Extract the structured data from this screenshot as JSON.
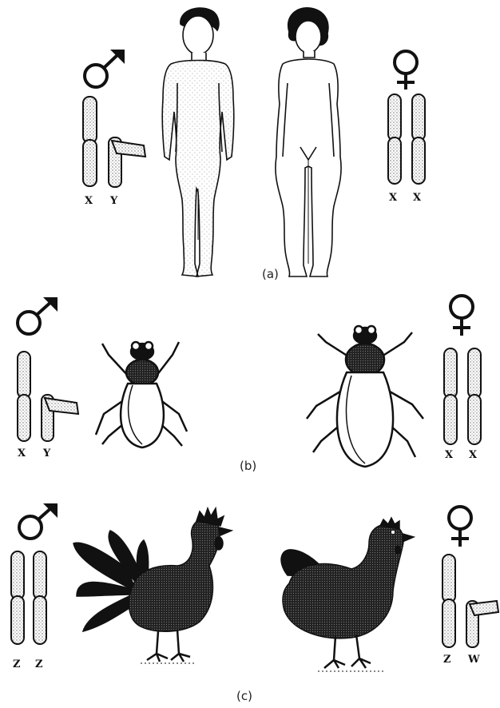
{
  "panels": [
    {
      "label": "(a)",
      "organism": "human",
      "male": {
        "symbol": "♂",
        "chromosomes": [
          "X",
          "Y"
        ]
      },
      "female": {
        "symbol": "♀",
        "chromosomes": [
          "X",
          "X"
        ]
      }
    },
    {
      "label": "(b)",
      "organism": "fruit-fly",
      "male": {
        "symbol": "♂",
        "chromosomes": [
          "X",
          "Y"
        ]
      },
      "female": {
        "symbol": "♀",
        "chromosomes": [
          "X",
          "X"
        ]
      }
    },
    {
      "label": "(c)",
      "organism": "chicken",
      "male": {
        "symbol": "♂",
        "chromosomes": [
          "Z",
          "Z"
        ]
      },
      "female": {
        "symbol": "♀",
        "chromosomes": [
          "Z",
          "W"
        ]
      }
    }
  ],
  "colors": {
    "ink": "#111111",
    "stipple": "#888888",
    "background": "#ffffff"
  }
}
